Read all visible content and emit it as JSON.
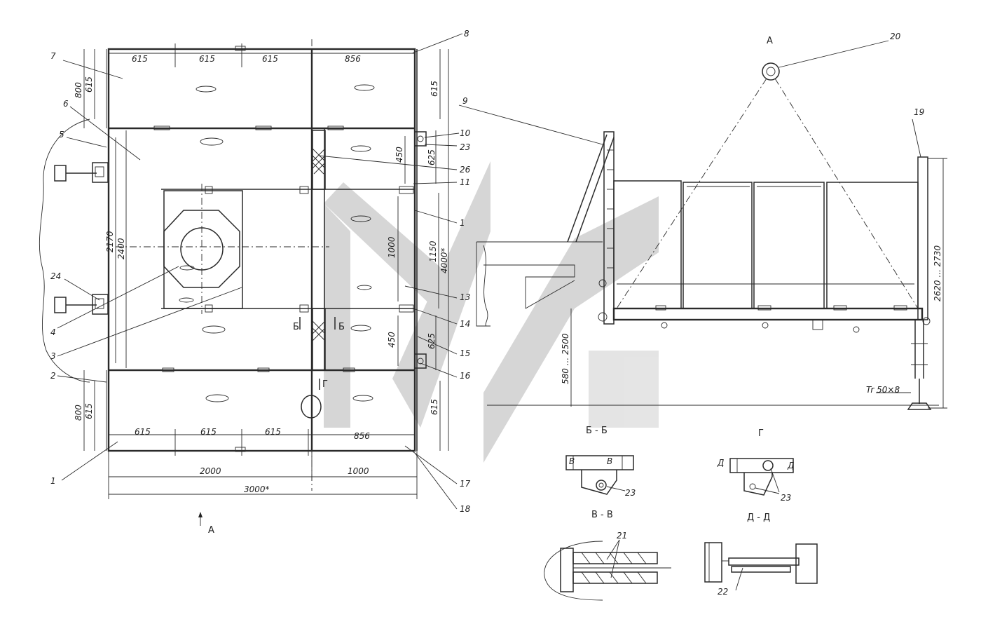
{
  "plan": {
    "dims_top": [
      "615",
      "615",
      "615",
      "856"
    ],
    "dims_bottom": [
      "615",
      "615",
      "615",
      "856"
    ],
    "dim_2000": "2000",
    "dim_1000": "1000",
    "dim_3000": "3000*",
    "dim_left_800_top": "800",
    "dim_left_615_top": "615",
    "dim_left_800_bottom": "800",
    "dim_left_615_bottom": "615",
    "dim_2170": "2170",
    "dim_2400": "2400",
    "dim_right_615_top": "615",
    "dim_450_top": "450",
    "dim_625_top": "625",
    "dim_1000_v": "1000",
    "dim_1150": "1150",
    "dim_4000": "4000*",
    "dim_450_bottom": "450",
    "dim_625_bottom": "625",
    "dim_right_615_bottom": "615",
    "view_arrow": "A",
    "section_b_left": "Б",
    "section_b_right": "Б",
    "section_g": "Г"
  },
  "callouts": {
    "c1": "1",
    "c2": "2",
    "c3": "3",
    "c4": "4",
    "c5": "5",
    "c6": "6",
    "c7": "7",
    "c8": "8",
    "c9": "9",
    "c10": "10",
    "c11": "11",
    "c13": "13",
    "c14": "14",
    "c15": "15",
    "c16": "16",
    "c17": "17",
    "c18": "18",
    "c19": "19",
    "c20": "20",
    "c21": "21",
    "c22": "22",
    "c23a": "23",
    "c23b": "23",
    "c23c": "23",
    "c24": "24",
    "c26": "26",
    "c1b": "1"
  },
  "elevation": {
    "view_title": "A",
    "dim_height": "580 ... 2500",
    "dim_total": "2620 ... 2730",
    "leg_note": "Tr 50×8"
  },
  "sections": {
    "bb": "Б - Б",
    "g": "Г",
    "vv": "В - В",
    "dd": "Д - Д",
    "d_mark_left": "Д",
    "d_mark_right": "Д",
    "v_mark_left": "В",
    "v_mark_right": "В"
  },
  "colors": {
    "line": "#2a2a2a",
    "watermark": "#b5b5b5",
    "paper": "#ffffff"
  }
}
